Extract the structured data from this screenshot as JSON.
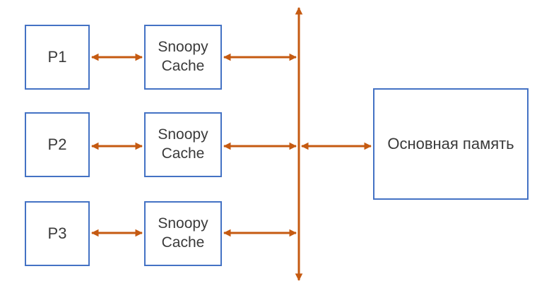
{
  "diagram": {
    "description": "Snoopy cache bus coherence diagram",
    "rows": [
      {
        "processor_label": "P1",
        "cache_label": "Snoopy\nCache"
      },
      {
        "processor_label": "P2",
        "cache_label": "Snoopy\nCache"
      },
      {
        "processor_label": "P3",
        "cache_label": "Snoopy\nCache"
      }
    ],
    "memory": {
      "label": "Основная память"
    },
    "colors": {
      "box_border": "#4472C4",
      "arrow": "#C55A11",
      "text": "#3A3A3A",
      "background": "#FFFFFF"
    }
  }
}
